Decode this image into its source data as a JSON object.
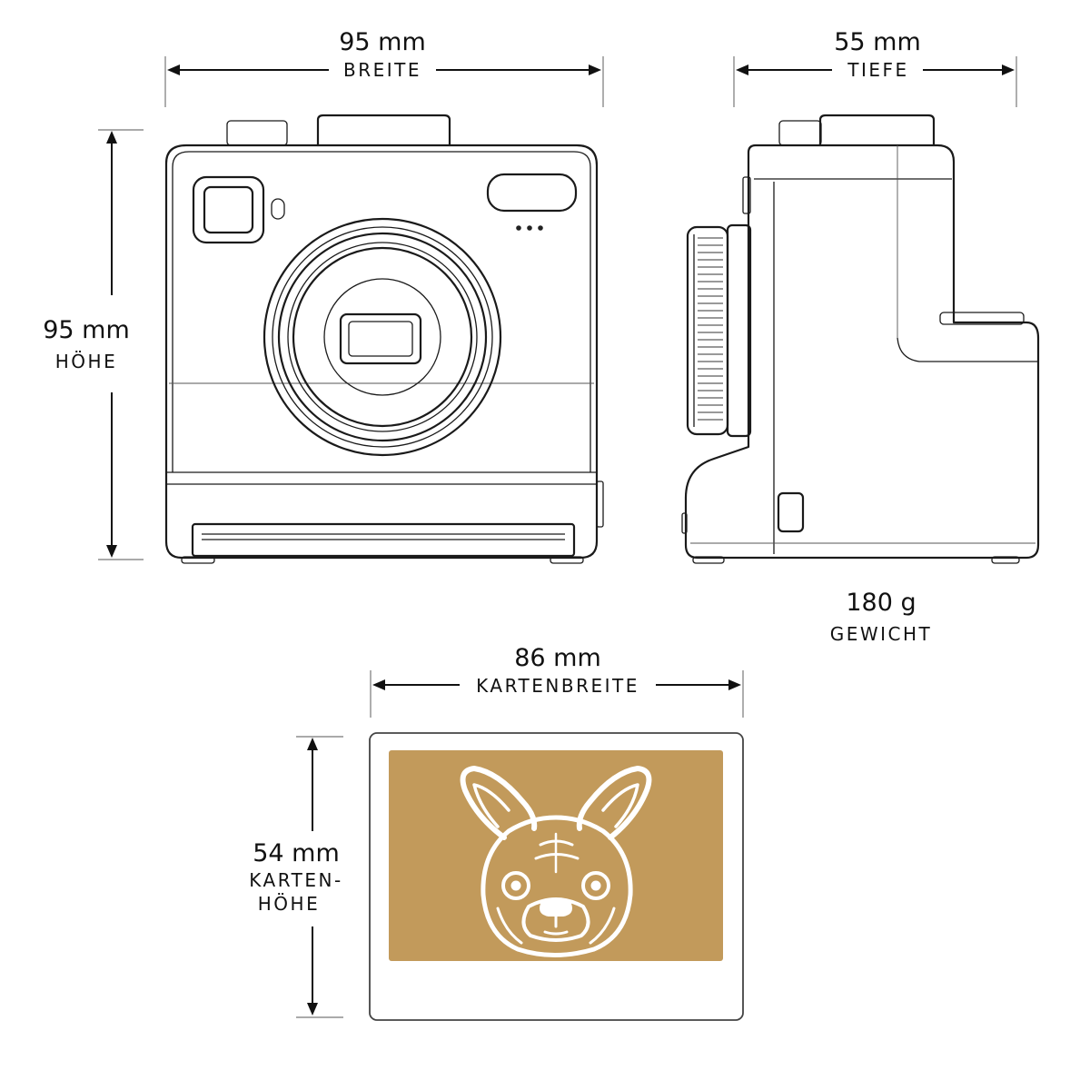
{
  "dimensions": {
    "width": {
      "value": "95 mm",
      "label": "BREITE"
    },
    "depth": {
      "value": "55 mm",
      "label": "TIEFE"
    },
    "height": {
      "value": "95 mm",
      "label": "HÖHE"
    },
    "weight": {
      "value": "180 g",
      "label": "GEWICHT"
    },
    "card_width": {
      "value": "86 mm",
      "label": "KARTENBREITE"
    },
    "card_height": {
      "value": "54 mm",
      "label_line1": "KARTEN-",
      "label_line2": "HÖHE"
    }
  },
  "colors": {
    "line": "#1a1a1a",
    "card_print": "#c29a5b",
    "card_frame": "#ffffff"
  },
  "illustrations": [
    "camera-front-view",
    "camera-side-view",
    "photo-card-french-bulldog"
  ]
}
